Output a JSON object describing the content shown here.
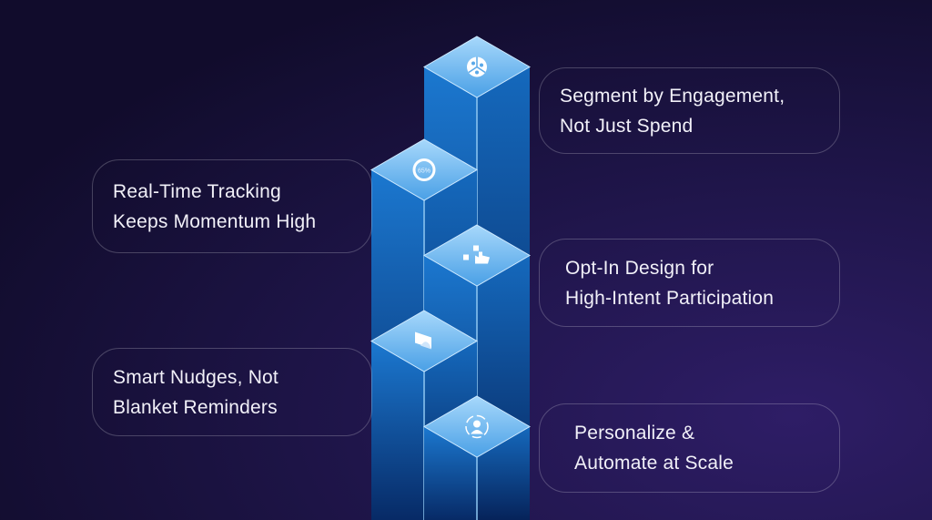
{
  "items": [
    {
      "line1": "Segment by Engagement,",
      "line2": "Not Just Spend",
      "icon": "pie-users-icon"
    },
    {
      "line1": "Real-Time Tracking",
      "line2": "Keeps Momentum High",
      "icon": "progress-ring-icon",
      "icon_text": "65%"
    },
    {
      "line1": "Opt-In Design for",
      "line2": "High-Intent Participation",
      "icon": "hand-pointer-checkbox-icon"
    },
    {
      "line1": "Smart Nudges, Not",
      "line2": "Blanket Reminders",
      "icon": "message-bell-icon"
    },
    {
      "line1": "Personalize &",
      "line2": "Automate at Scale",
      "icon": "user-cycle-icon"
    }
  ],
  "colors": {
    "pillar_top": "#8fcaf5",
    "pillar_face": "#1a6fc4",
    "pillar_dark": "#072a66"
  }
}
